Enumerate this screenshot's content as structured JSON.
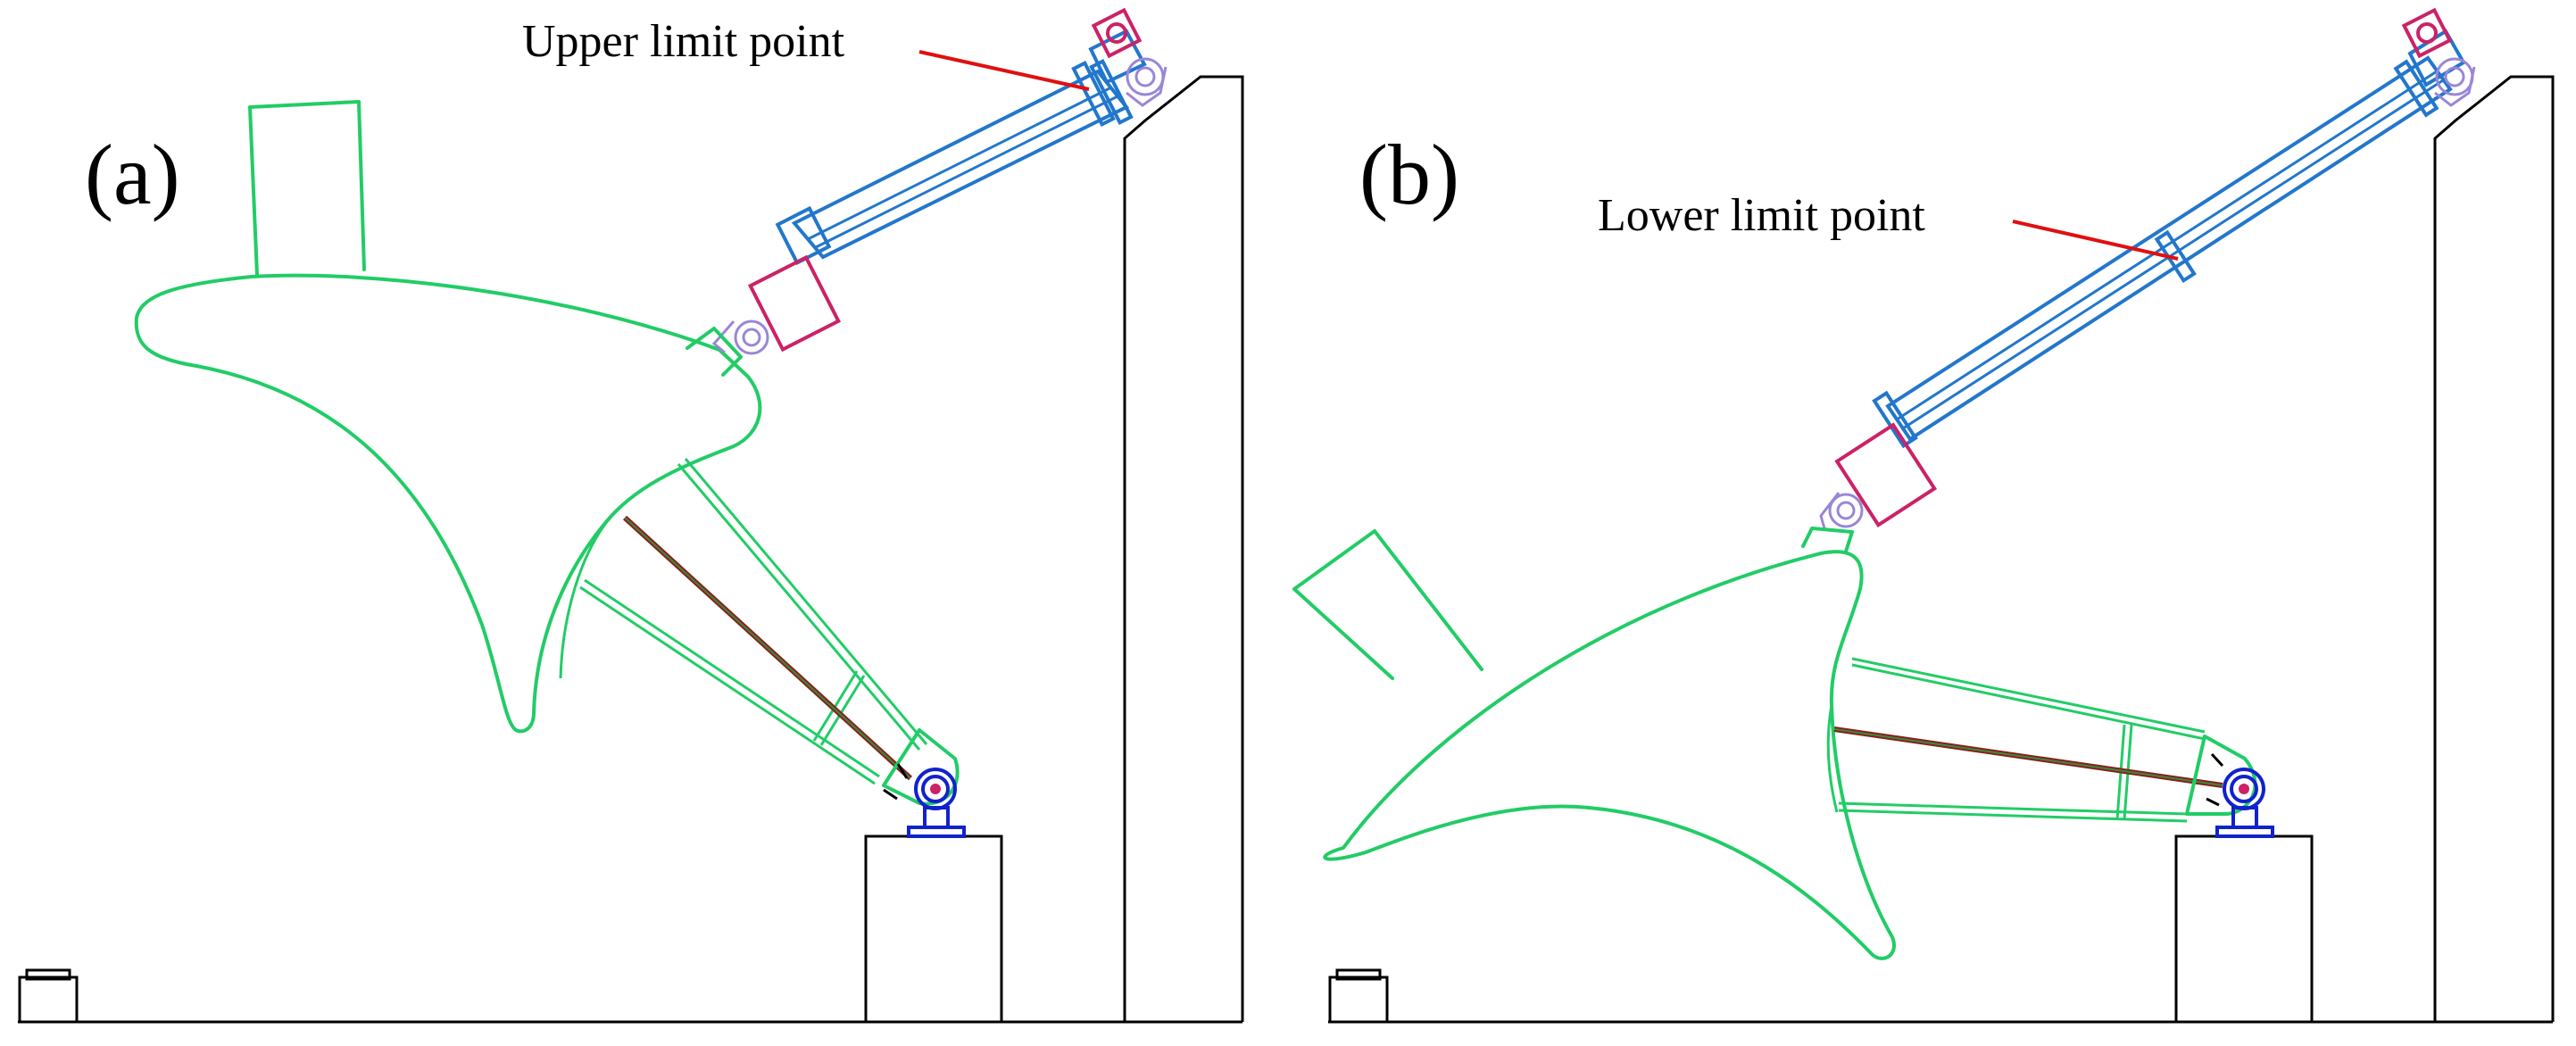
{
  "panels": [
    {
      "id": "a",
      "label": "(a)",
      "callout": "Upper limit point"
    },
    {
      "id": "b",
      "label": "(b)",
      "callout": "Lower limit point"
    }
  ],
  "colors": {
    "frame": "#22cc66",
    "cylinder": "#2277cc",
    "end_block": "#cc2266",
    "hinge": "#9a86d6",
    "pivot": "#1122cc",
    "leader": "#e01010",
    "ground": "#000000"
  }
}
